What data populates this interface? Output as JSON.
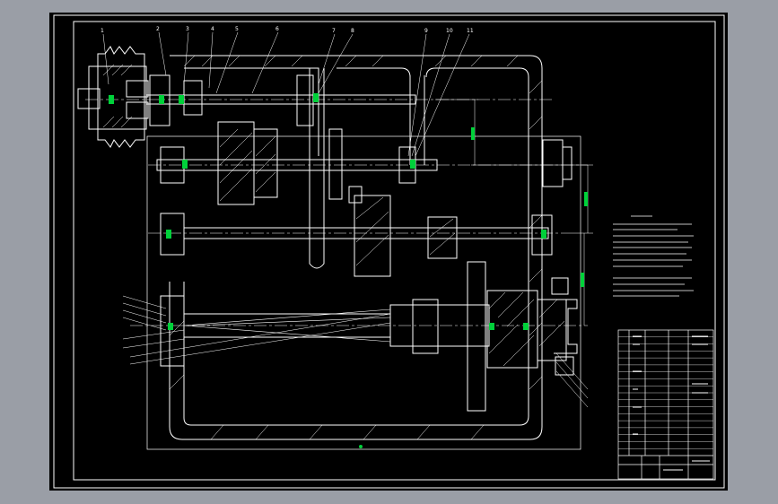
{
  "drawing": {
    "background": "#000000",
    "frame_color": "#ffffff",
    "line_color": "#ffffff",
    "hatch_color": "#ffffff",
    "center_line_color": "#ffffff",
    "bearing_color": "#00d13a",
    "callout_color": "#ffffff"
  },
  "callouts": {
    "top": [
      "1",
      "2",
      "3",
      "4",
      "5",
      "6",
      "7",
      "8",
      "9",
      "10",
      "11"
    ]
  },
  "title_block_rows": 18
}
